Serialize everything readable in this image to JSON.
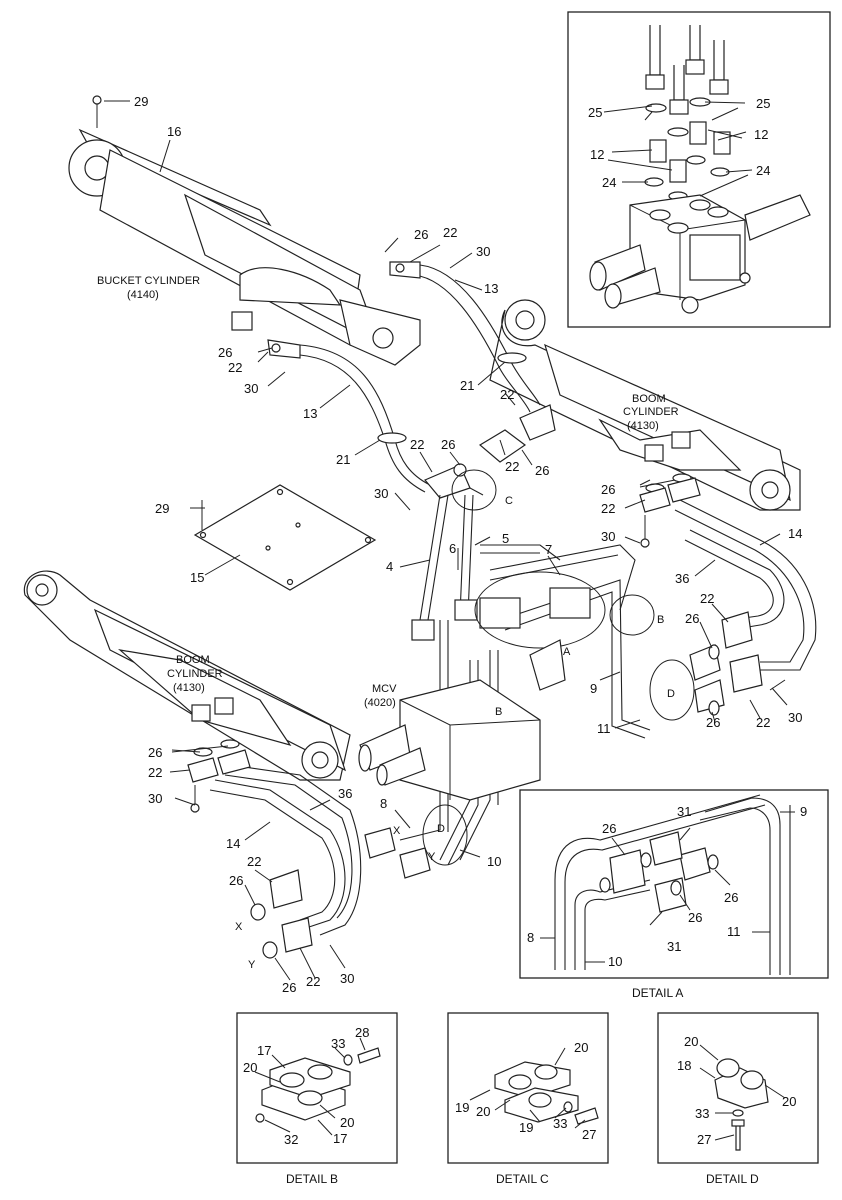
{
  "diagram": {
    "labels": {
      "bucket_cylinder": "BUCKET CYLINDER",
      "bucket_cylinder_code": "(4140)",
      "boom_cylinder": "BOOM",
      "boom_cylinder_2": "CYLINDER",
      "boom_cylinder_code": "(4130)",
      "mcv": "MCV",
      "mcv_code": "(4020)",
      "detail_a": "DETAIL A",
      "detail_b": "DETAIL B",
      "detail_c": "DETAIL C",
      "detail_d": "DETAIL D",
      "tag_a": "A",
      "tag_b": "B",
      "tag_c": "C",
      "tag_d": "D",
      "tag_x": "X",
      "tag_y": "Y"
    },
    "callouts": {
      "n4": "4",
      "n5": "5",
      "n6": "6",
      "n7": "7",
      "n8": "8",
      "n9": "9",
      "n10": "10",
      "n11": "11",
      "n12": "12",
      "n13": "13",
      "n14": "14",
      "n15": "15",
      "n16": "16",
      "n17": "17",
      "n18": "18",
      "n19": "19",
      "n20": "20",
      "n21": "21",
      "n22": "22",
      "n24": "24",
      "n25": "25",
      "n26": "26",
      "n27": "27",
      "n28": "28",
      "n29": "29",
      "n30": "30",
      "n31": "31",
      "n32": "32",
      "n33": "33",
      "n36": "36"
    }
  }
}
